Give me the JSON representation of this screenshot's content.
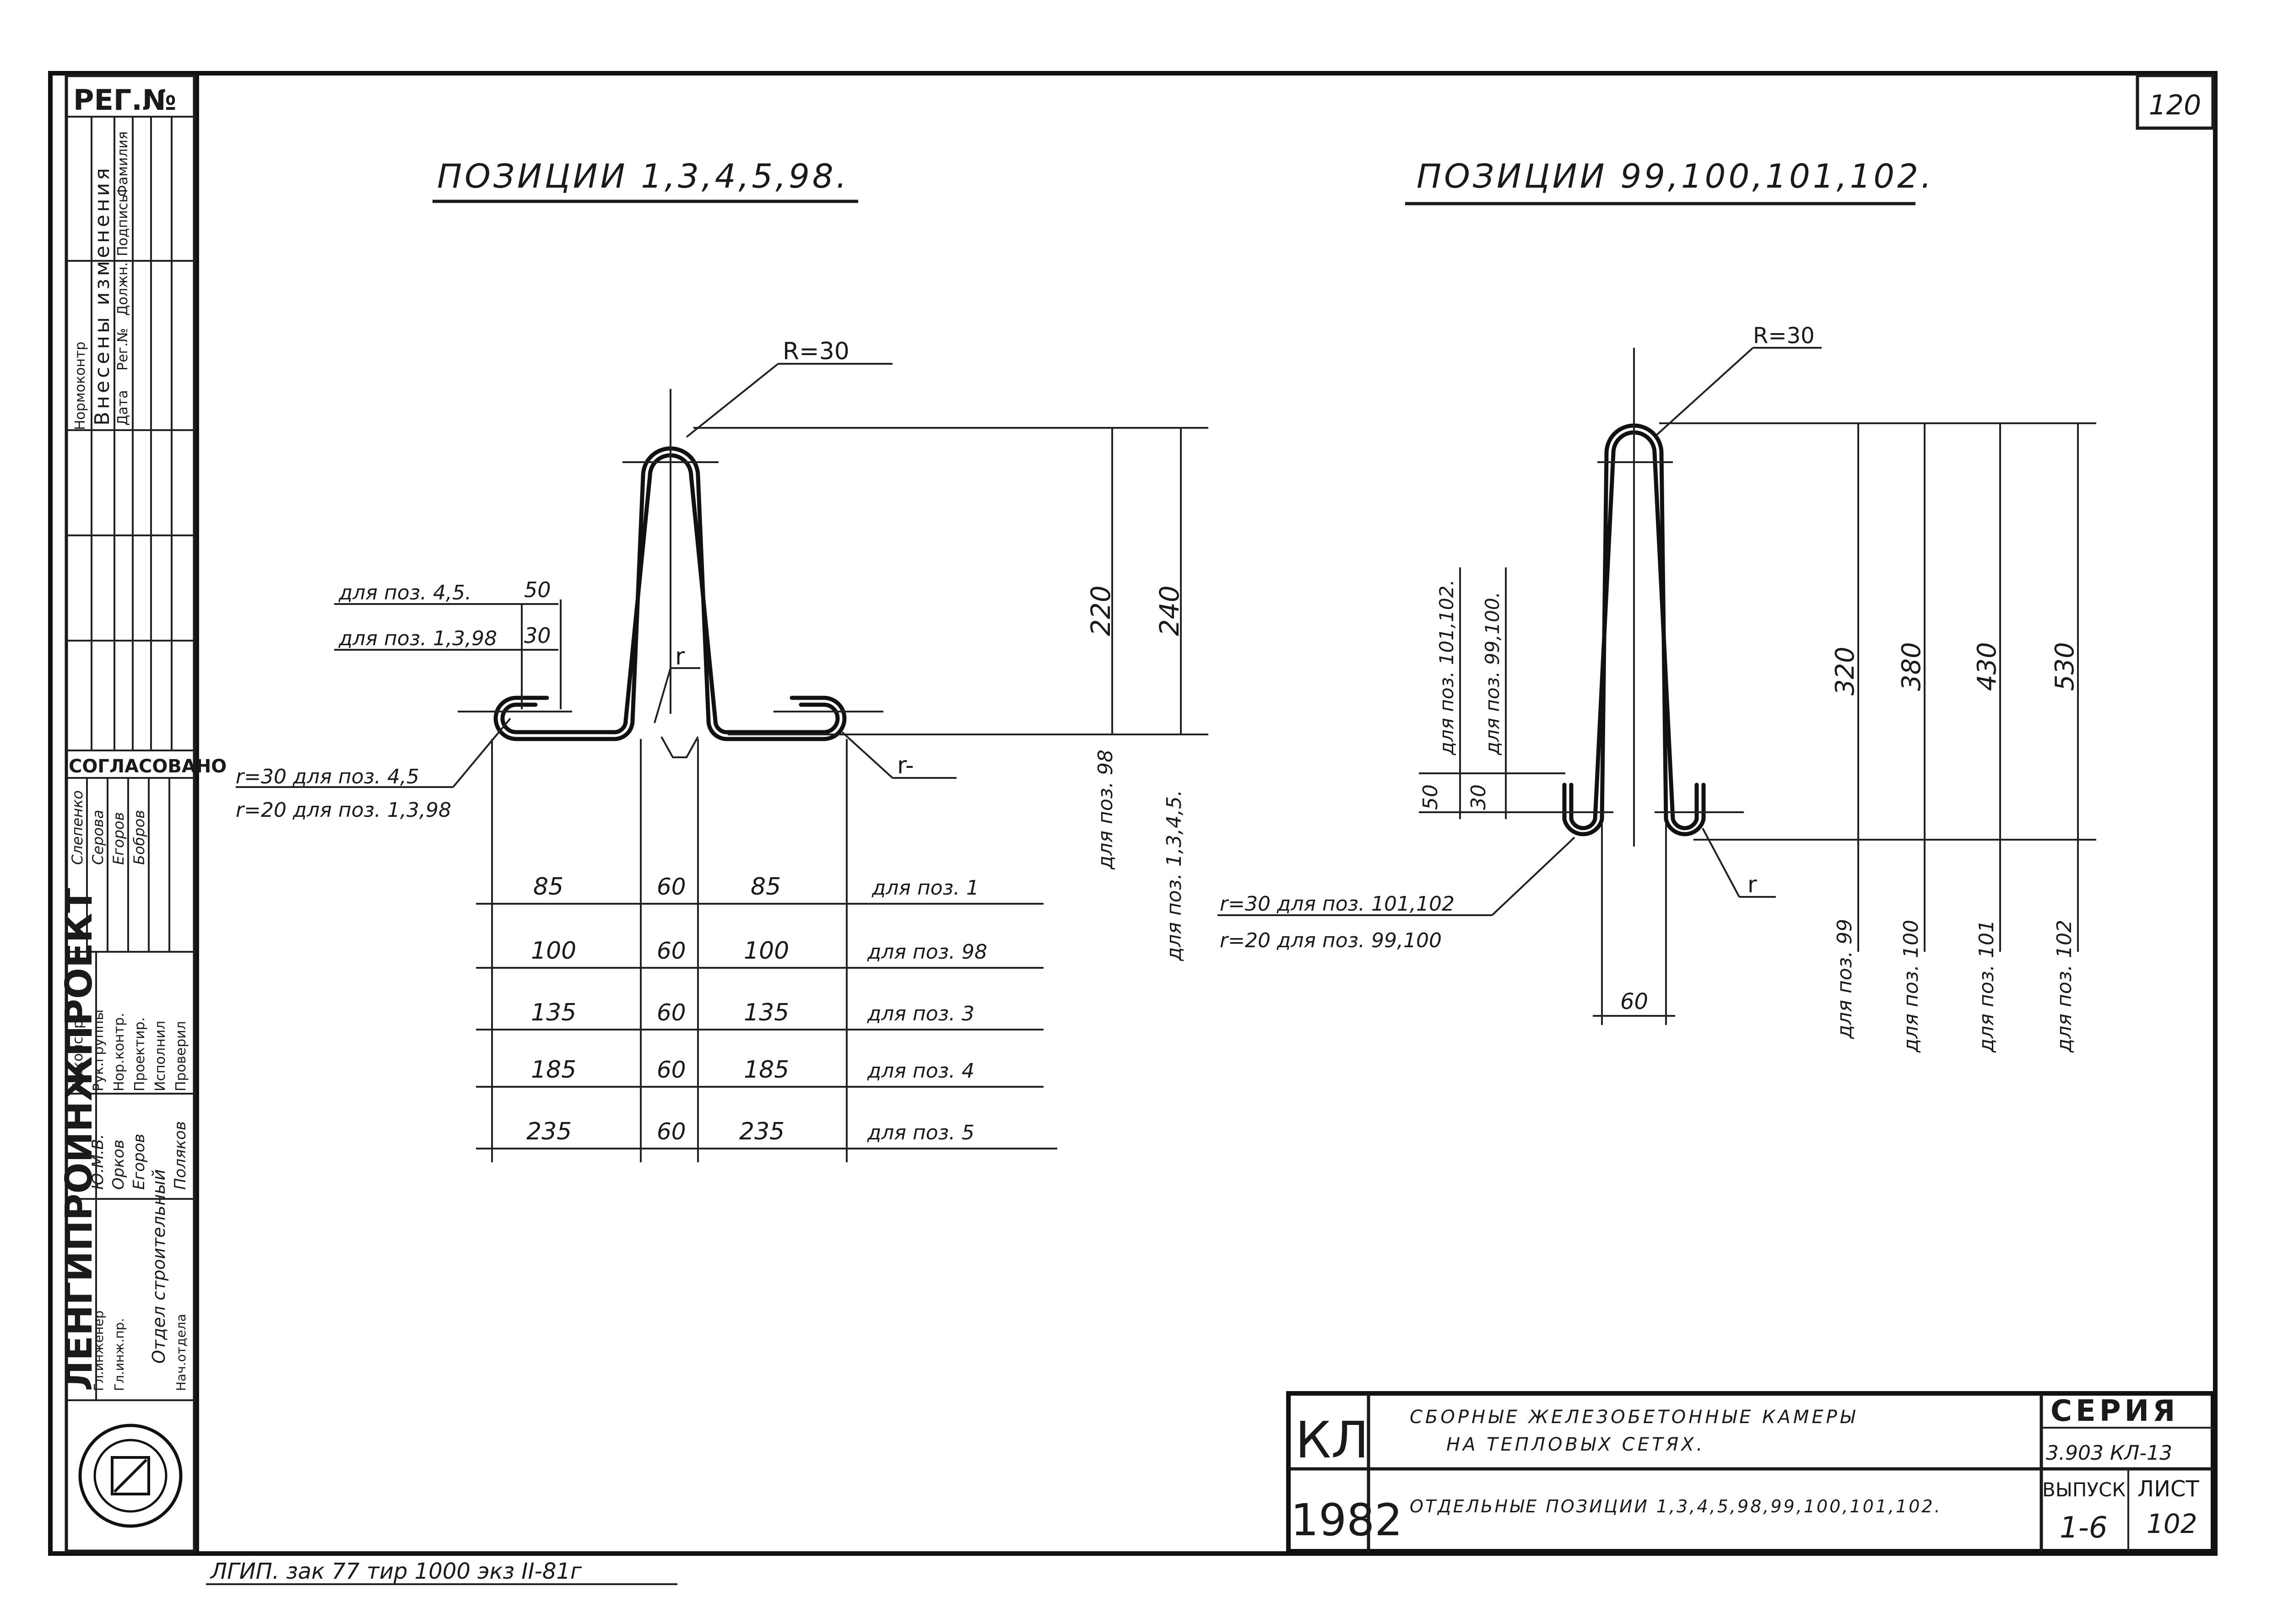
{
  "sheet_number_top": "120",
  "left_group": {
    "title": "ПОЗИЦИИ 1,3,4,5,98.",
    "radius": "R=30",
    "note_50": "для поз. 4,5.",
    "val_50": "50",
    "note_30": "для поз. 1,3,98",
    "val_30": "30",
    "dim_220": "220",
    "dim_240": "240",
    "r_label_mid": "r",
    "r_label_right": "r-",
    "r_note_1": "r=30 для поз. 4,5",
    "r_note_2": "r=20 для поз. 1,3,98",
    "vert_note_98": "для поз. 98",
    "vert_note_1345": "для поз. 1,3,4,5.",
    "table": [
      {
        "a": "85",
        "b": "60",
        "c": "85",
        "label": "для поз. 1"
      },
      {
        "a": "100",
        "b": "60",
        "c": "100",
        "label": "для поз. 98"
      },
      {
        "a": "135",
        "b": "60",
        "c": "135",
        "label": "для поз. 3"
      },
      {
        "a": "185",
        "b": "60",
        "c": "185",
        "label": "для поз. 4"
      },
      {
        "a": "235",
        "b": "60",
        "c": "235",
        "label": "для поз. 5"
      }
    ]
  },
  "right_group": {
    "title": "ПОЗИЦИИ 99,100,101,102.",
    "radius": "R=30",
    "note_101_102": "для поз. 101,102.",
    "note_99_100": "для поз. 99,100.",
    "dim_50": "50",
    "dim_30": "30",
    "dims": [
      {
        "value": "320",
        "label": "для поз. 99"
      },
      {
        "value": "380",
        "label": "для поз. 100"
      },
      {
        "value": "430",
        "label": "для поз. 101"
      },
      {
        "value": "530",
        "label": "для поз. 102"
      }
    ],
    "dim_60": "60",
    "r_label": "r",
    "r_note_1": "r=30 для поз. 101,102",
    "r_note_2": "r=20 для поз. 99,100"
  },
  "side_stamp": {
    "reg": "РЕГ.№",
    "changes_header": "Внесены изменения",
    "normcontr": "Нормоконтр",
    "change_cols": [
      "Дата",
      "Рег.№",
      "Должн.",
      "Подпись",
      "Фамилия"
    ],
    "agreed": "СОГЛАСОВАНО",
    "agreed_names": [
      "Слепенко",
      "Серова",
      "Егоров",
      "Бобров"
    ],
    "roles": [
      "Гл.констр.",
      "Рук.группы",
      "Нор.контр.",
      "Проектир.",
      "Исполнил",
      "Проверил"
    ],
    "staff": [
      "Ю.М.В.",
      "Орков",
      "Егоров",
      "Поляков"
    ],
    "org": "ЛЕНГИПРОИНЖПРОЕКТ",
    "dept": "Отдел строительный",
    "dept_head": "Нач.отдела",
    "chief_eng": "Гл.инж.пр.",
    "director": "Гл.инженер"
  },
  "title_block": {
    "code": "КЛ",
    "year": "1982",
    "name_line1": "СБОРНЫЕ ЖЕЛЕЗОБЕТОННЫЕ КАМЕРЫ",
    "name_line2": "НА ТЕПЛОВЫХ СЕТЯХ.",
    "sheet_title": "ОТДЕЛЬНЫЕ ПОЗИЦИИ 1,3,4,5,98,99,100,101,102.",
    "series_label": "СЕРИЯ",
    "series_value": "3.903 КЛ-13",
    "issue_label": "ВЫПУСК",
    "issue_value": "1-6",
    "sheet_label": "ЛИСТ",
    "sheet_value": "102"
  },
  "footer_note": "ЛГИП. зак 77 тир 1000 экз II-81г"
}
